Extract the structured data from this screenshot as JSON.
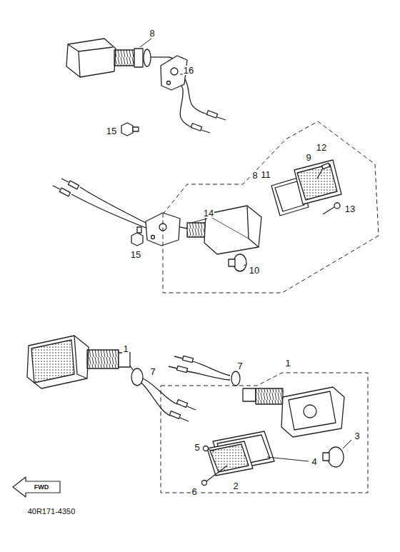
{
  "diagram": {
    "labels": [
      "8",
      "16",
      "15",
      "14",
      "8",
      "9",
      "12",
      "11",
      "13",
      "10",
      "15",
      "1",
      "7",
      "7",
      "1",
      "5",
      "6",
      "2",
      "4",
      "3",
      "FWD",
      "40R171-4350"
    ]
  }
}
